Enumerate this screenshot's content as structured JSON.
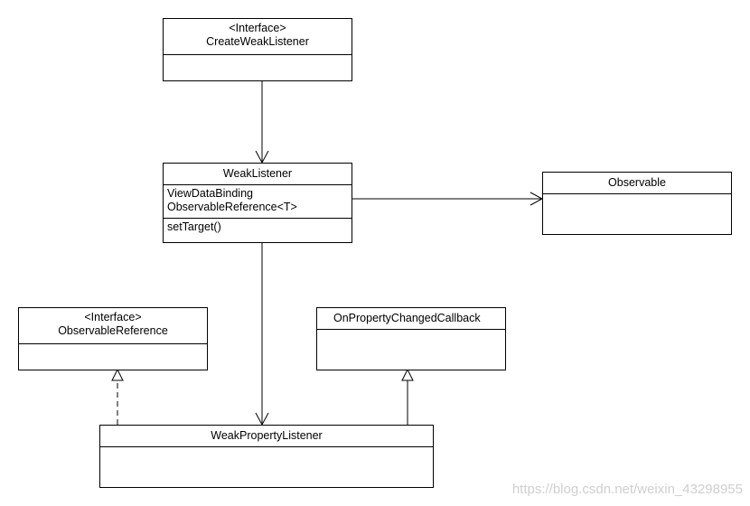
{
  "classes": {
    "create_weak_listener": {
      "stereotype": "<Interface>",
      "name": "CreateWeakListener"
    },
    "weak_listener": {
      "name": "WeakListener",
      "attributes": [
        "ViewDataBinding",
        "ObservableReference<T>"
      ],
      "methods": [
        "setTarget()"
      ]
    },
    "observable": {
      "name": "Observable"
    },
    "observable_reference": {
      "stereotype": "<Interface>",
      "name": "ObservableReference"
    },
    "on_property_changed_callback": {
      "name": "OnPropertyChangedCallback"
    },
    "weak_property_listener": {
      "name": "WeakPropertyListener"
    }
  },
  "relations": [
    {
      "from": "create_weak_listener",
      "to": "weak_listener",
      "type": "association"
    },
    {
      "from": "weak_listener",
      "to": "observable",
      "type": "association"
    },
    {
      "from": "weak_listener",
      "to": "weak_property_listener",
      "type": "association"
    },
    {
      "from": "weak_property_listener",
      "to": "observable_reference",
      "type": "realization"
    },
    {
      "from": "weak_property_listener",
      "to": "on_property_changed_callback",
      "type": "generalization"
    }
  ],
  "watermark": "https://blog.csdn.net/weixin_43298955"
}
